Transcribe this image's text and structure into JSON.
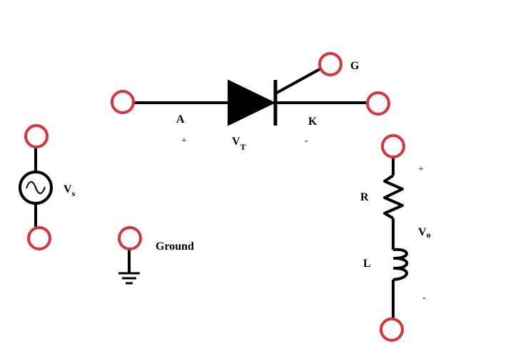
{
  "colors": {
    "wire": "#000000",
    "terminal": "#d9343a",
    "background": "#ffffff"
  },
  "labels": {
    "anode": "A",
    "cathode": "K",
    "gate": "G",
    "scr_main": "V",
    "scr_sub": "T",
    "source_main": "V",
    "source_sub": "s",
    "resistor": "R",
    "inductor": "L",
    "output_main": "V",
    "output_sub": "o",
    "ground": "Ground",
    "plus": "+",
    "minus": "-"
  },
  "icons": {
    "source": "ac-source-icon",
    "scr": "thyristor-icon",
    "resistor": "resistor-icon",
    "inductor": "inductor-icon",
    "ground": "ground-icon",
    "terminal": "terminal-icon"
  }
}
